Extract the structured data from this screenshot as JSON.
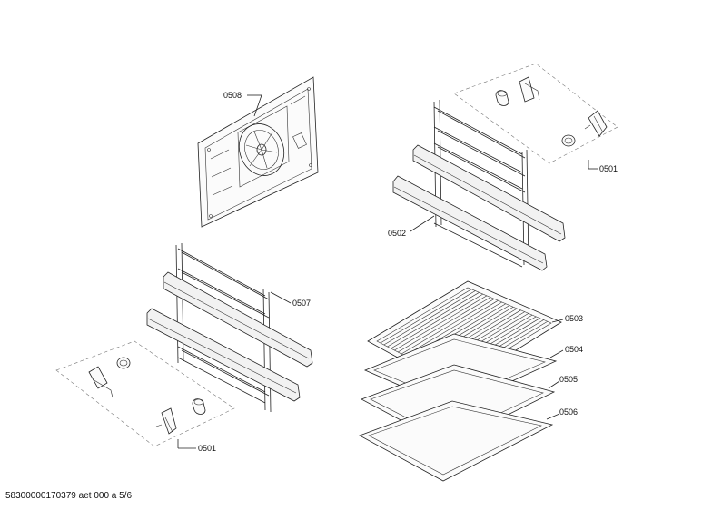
{
  "labels": {
    "p0508": "0508",
    "p0501_top": "0501",
    "p0502": "0502",
    "p0507": "0507",
    "p0503": "0503",
    "p0504": "0504",
    "p0505": "0505",
    "p0506": "0506",
    "p0501_bottom": "0501"
  },
  "footer": "58300000170379 aet 000 a 5/6"
}
